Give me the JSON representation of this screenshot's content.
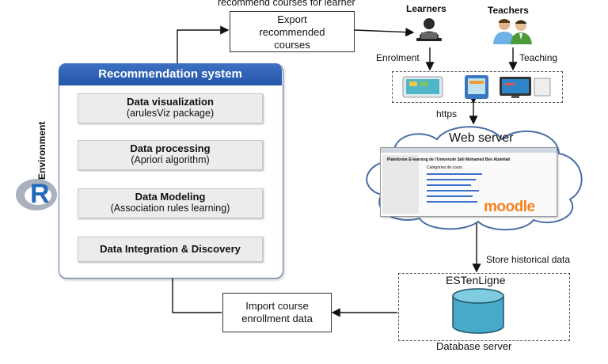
{
  "top_caption": "recommend courses for learner",
  "export_box": {
    "line1": "Export",
    "line2": "recommended",
    "line3": "courses"
  },
  "actors": {
    "learners": "Learners",
    "teachers": "Teachers",
    "enrolment": "Enrolment",
    "teaching": "Teaching"
  },
  "recommendation_system": {
    "title": "Recommendation system",
    "environment_label": "Environment",
    "r_logo_letter": "R",
    "steps": [
      {
        "title": "Data visualization",
        "subtitle": "(arulesViz package)"
      },
      {
        "title": "Data processing",
        "subtitle": "(Apriori algorithm)"
      },
      {
        "title": "Data Modeling",
        "subtitle": "(Association rules learning)"
      },
      {
        "title": "Data Integration & Discovery",
        "subtitle": ""
      }
    ]
  },
  "https_label": "https",
  "web_server": {
    "title": "Web server",
    "moodle_logo": "moodle",
    "page_heading": "Plateforme E-learning de l'Université Sidi Mohamed Ben Abdellah",
    "page_subheading": "Catégories de cours"
  },
  "store_label": "Store historical data",
  "database": {
    "name": "ESTenLigne",
    "caption": "Database server"
  },
  "import_box": {
    "line1": "Import course",
    "line2": "enrollment data"
  },
  "colors": {
    "panel_header": "#2557a8",
    "cylinder": "#48a9c8",
    "moodle": "#f58220"
  }
}
